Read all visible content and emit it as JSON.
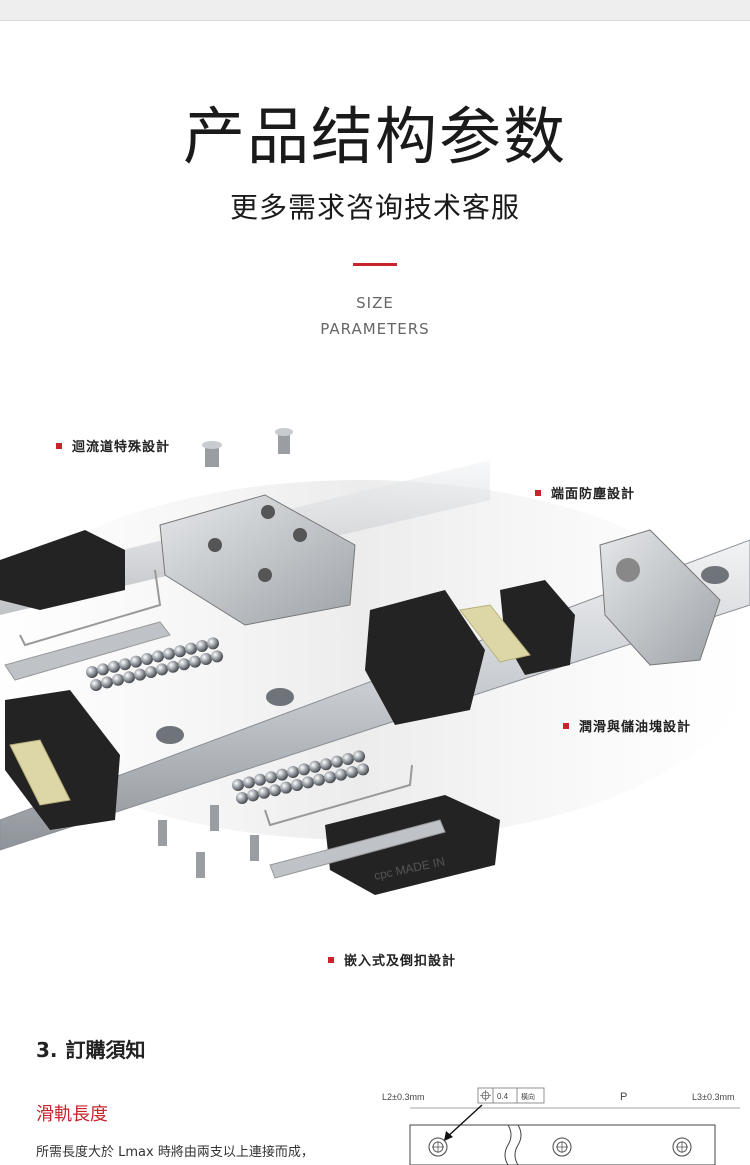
{
  "header": {
    "title": "产品结构参数",
    "subtitle": "更多需求咨询技术客服",
    "size_line1": "SIZE",
    "size_line2": "PARAMETERS"
  },
  "colors": {
    "accent": "#c8242b",
    "steel": "#b9bdc2",
    "dark_plastic": "#232323"
  },
  "callouts": {
    "recirculation": "迴流道特殊設計",
    "end_dustproof": "端面防塵設計",
    "lubrication": "潤滑與儲油塊設計",
    "embedded": "嵌入式及倒扣設計"
  },
  "ordering": {
    "number": "3.",
    "heading": "訂購須知",
    "rail_title": "滑軌長度",
    "rail_body": "所需長度大於 Lmax 時將由兩支以上連接而成，"
  },
  "dimension": {
    "l2": "L2±0.3mm",
    "tolerance": "0.4",
    "direction": "橫向",
    "p": "P",
    "l3": "L3±0.3mm"
  },
  "diagram": {
    "brand_text": "cpc  MADE IN"
  }
}
